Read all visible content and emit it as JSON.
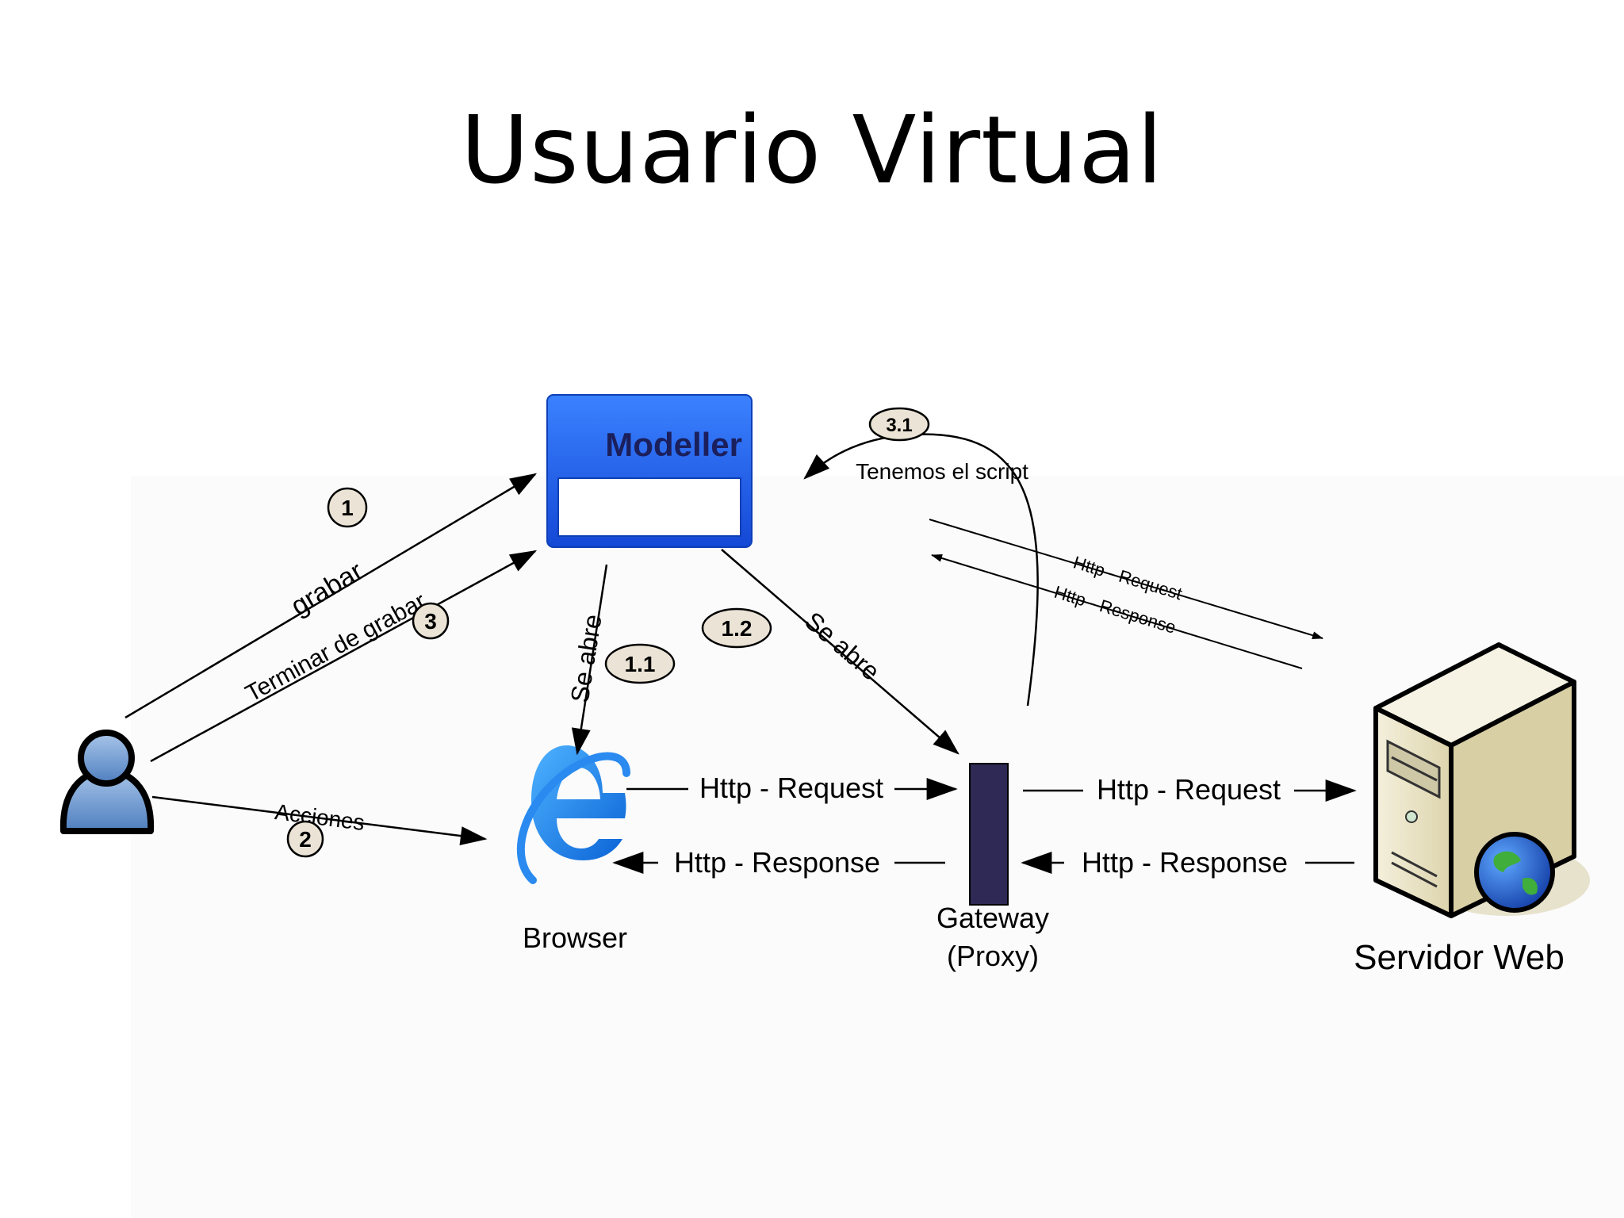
{
  "title": "Usuario Virtual",
  "nodes": {
    "modeller": "Modeller",
    "browser": "Browser",
    "gateway_line1": "Gateway",
    "gateway_line2": "(Proxy)",
    "server": "Servidor Web"
  },
  "steps": {
    "s1": "1",
    "s11": "1.1",
    "s12": "1.2",
    "s2": "2",
    "s3": "3",
    "s31": "3.1"
  },
  "edges": {
    "grabar": "grabar",
    "terminar": "Terminar de grabar",
    "acciones": "Acciones",
    "se_abre_browser": "Se abre",
    "se_abre_gateway": "Se abre",
    "tenemos_script": "Tenemos el script",
    "req_browser_gateway": "Http - Request",
    "resp_gateway_browser": "Http - Response",
    "req_gateway_server": "Http - Request",
    "resp_server_gateway": "Http - Response",
    "req_modeller_server": "Http - Request",
    "resp_server_modeller": "Http - Response"
  },
  "colors": {
    "modeller_blue": "#1a5ce6",
    "gateway_fill": "#2e2a55",
    "step_badge": "#ebe4d6",
    "user_blue": "#6f9bd1",
    "server_beige": "#e9e3c8"
  },
  "icons": {
    "user": "user-icon",
    "browser": "internet-explorer-icon",
    "server": "server-globe-icon"
  }
}
